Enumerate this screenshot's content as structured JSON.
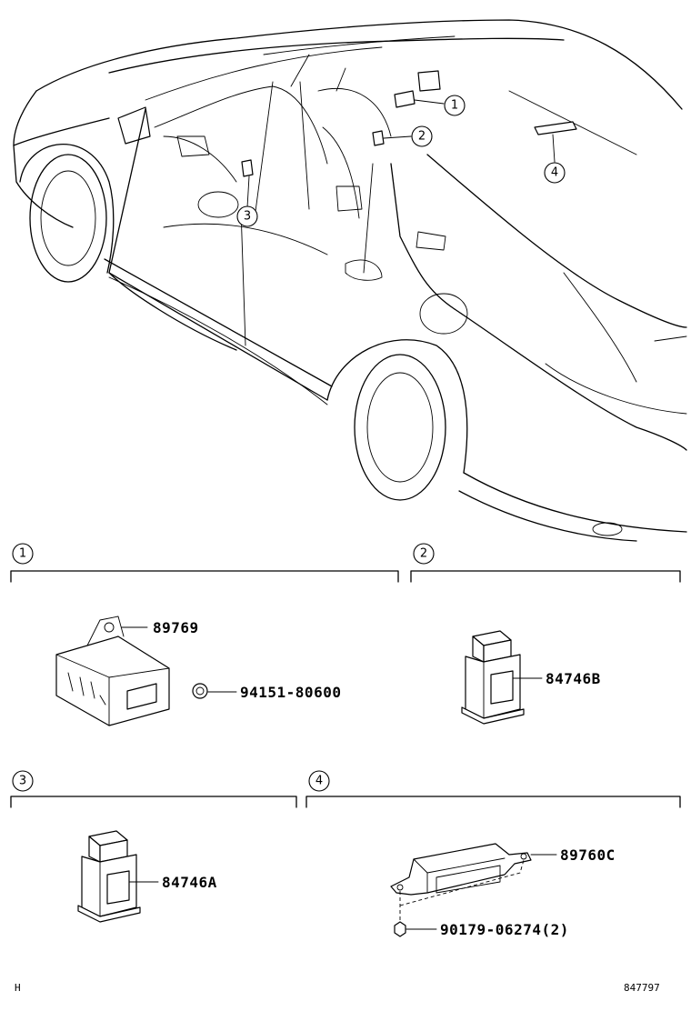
{
  "callouts": [
    "1",
    "2",
    "3",
    "4"
  ],
  "sections": [
    {
      "id": "1",
      "parts": [
        "89769",
        "94151-80600"
      ]
    },
    {
      "id": "2",
      "parts": [
        "84746B"
      ]
    },
    {
      "id": "3",
      "parts": [
        "84746A"
      ]
    },
    {
      "id": "4",
      "parts": [
        "89760C",
        "90179-06274(2)"
      ]
    }
  ],
  "footer": {
    "left": "H",
    "right": "847797"
  }
}
